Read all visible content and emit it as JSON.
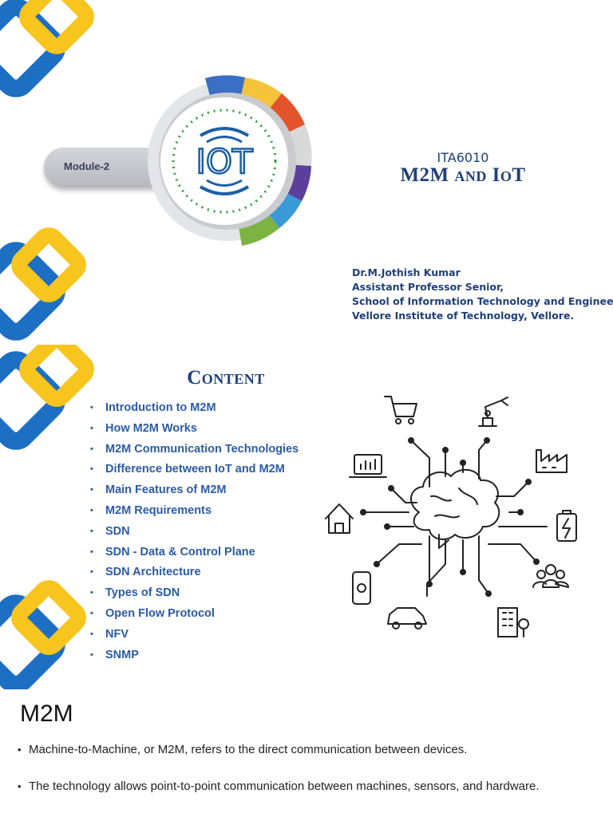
{
  "slide1": {
    "module_label": "Module-2",
    "logo_text": "IOT",
    "course_code": "ITA6010",
    "course_title": "M2M and IoT",
    "author": {
      "name": "Dr.M.Jothish Kumar",
      "designation": "Assistant Professor Senior,",
      "school": "School of Information Technology and Engineering,",
      "institute": "Vellore Institute of Technology, Vellore."
    },
    "colors": {
      "chain_blue": "#1d6fc4",
      "chain_yellow": "#f7c51e",
      "title_navy": "#1f3f7a"
    },
    "dial_colors": [
      "#3a6fc4",
      "#f5c33b",
      "#e2542b",
      "#d9d9d9",
      "#5b3f9a",
      "#3a9ad8",
      "#7cb342"
    ]
  },
  "slide2": {
    "heading": "Content",
    "items": [
      "Introduction to M2M",
      "How M2M Works",
      "M2M Communication Technologies",
      "Difference between IoT and M2M",
      "Main Features of  M2M",
      "M2M Requirements",
      "SDN",
      "SDN - Data & Control Plane",
      "SDN Architecture",
      "Types of SDN",
      "Open Flow Protocol",
      "NFV",
      "SNMP"
    ],
    "graphic_icons": [
      "shopping-cart-icon",
      "robot-arm-icon",
      "laptop-chart-icon",
      "factory-icon",
      "home-icon",
      "battery-icon",
      "phone-icon",
      "people-icon",
      "car-icon",
      "building-icon",
      "brain-icon"
    ]
  },
  "slide3": {
    "title": "M2M",
    "bullets": [
      "Machine-to-Machine, or M2M, refers to the direct communication between devices.",
      "The technology allows point-to-point communication between machines, sensors, and hardware."
    ]
  }
}
